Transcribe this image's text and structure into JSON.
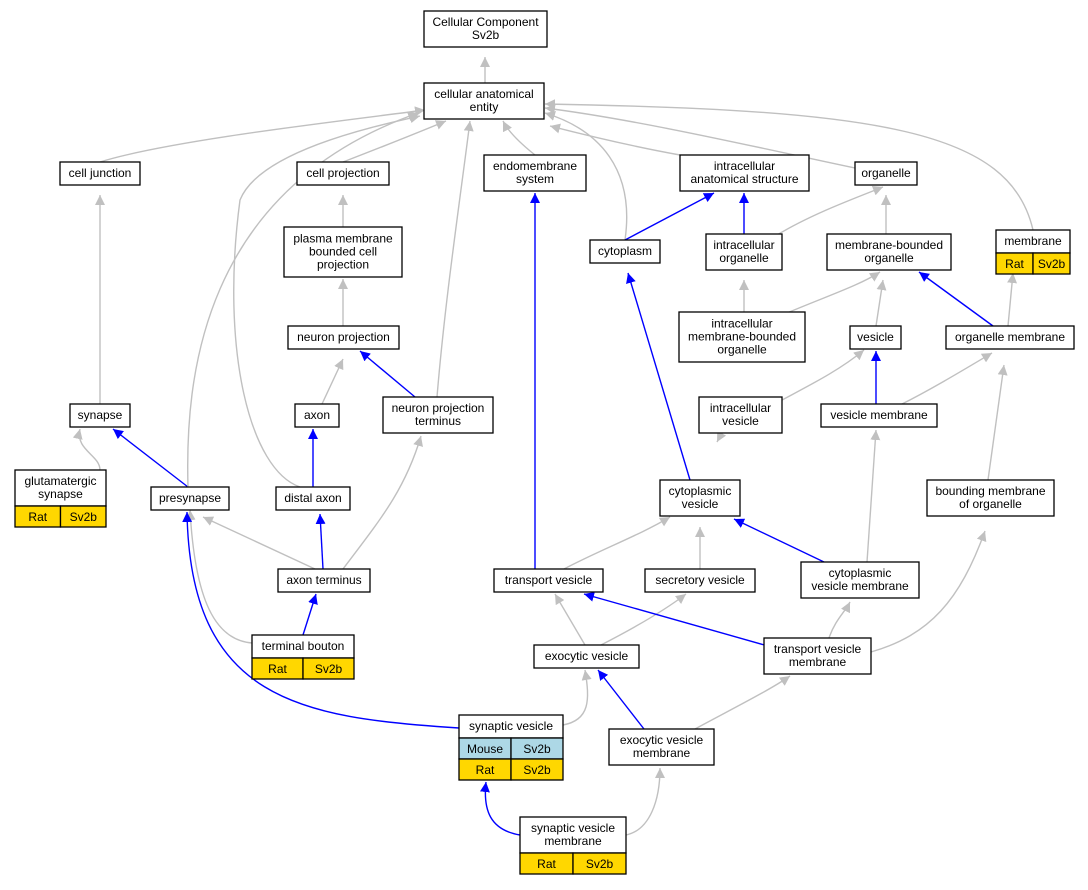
{
  "colors": {
    "gray_edge": "#c0c0c0",
    "blue_edge": "#0000ff",
    "rat": "#ffd700",
    "mouse": "#add8e6"
  },
  "nodes": {
    "cc_root": [
      "Cellular Component",
      "Sv2b"
    ],
    "cae": [
      "cellular anatomical",
      "entity"
    ],
    "cell_junction": [
      "cell junction"
    ],
    "cell_projection": [
      "cell projection"
    ],
    "endomembrane": [
      "endomembrane",
      "system"
    ],
    "ias": [
      "intracellular",
      "anatomical structure"
    ],
    "organelle": [
      "organelle"
    ],
    "membrane": [
      "membrane"
    ],
    "pmbcp": [
      "plasma membrane",
      "bounded cell",
      "projection"
    ],
    "cytoplasm": [
      "cytoplasm"
    ],
    "intra_org": [
      "intracellular",
      "organelle"
    ],
    "mbo": [
      "membrane-bounded",
      "organelle"
    ],
    "neuron_proj": [
      "neuron projection"
    ],
    "imbo": [
      "intracellular",
      "membrane-bounded",
      "organelle"
    ],
    "vesicle": [
      "vesicle"
    ],
    "org_membrane": [
      "organelle membrane"
    ],
    "synapse": [
      "synapse"
    ],
    "axon": [
      "axon"
    ],
    "npt": [
      "neuron projection",
      "terminus"
    ],
    "intra_ves": [
      "intracellular",
      "vesicle"
    ],
    "ves_membrane": [
      "vesicle membrane"
    ],
    "glut_syn": [
      "glutamatergic",
      "synapse"
    ],
    "presynapse": [
      "presynapse"
    ],
    "distal_axon": [
      "distal axon"
    ],
    "cyto_ves": [
      "cytoplasmic",
      "vesicle"
    ],
    "bmo": [
      "bounding membrane",
      "of organelle"
    ],
    "axon_term": [
      "axon terminus"
    ],
    "transport_ves": [
      "transport vesicle"
    ],
    "secretory_ves": [
      "secretory vesicle"
    ],
    "cvm": [
      "cytoplasmic",
      "vesicle membrane"
    ],
    "term_bouton": [
      "terminal bouton"
    ],
    "exo_ves": [
      "exocytic vesicle"
    ],
    "tvm": [
      "transport vesicle",
      "membrane"
    ],
    "syn_ves": [
      "synaptic vesicle"
    ],
    "evm": [
      "exocytic vesicle",
      "membrane"
    ],
    "svm": [
      "synaptic vesicle",
      "membrane"
    ]
  },
  "annotations": {
    "membrane": [
      [
        "Rat",
        "Sv2b"
      ]
    ],
    "glut_syn": [
      [
        "Rat",
        "Sv2b"
      ]
    ],
    "term_bouton": [
      [
        "Rat",
        "Sv2b"
      ]
    ],
    "syn_ves": [
      [
        "Mouse",
        "Sv2b"
      ],
      [
        "Rat",
        "Sv2b"
      ]
    ],
    "svm": [
      [
        "Rat",
        "Sv2b"
      ]
    ]
  }
}
